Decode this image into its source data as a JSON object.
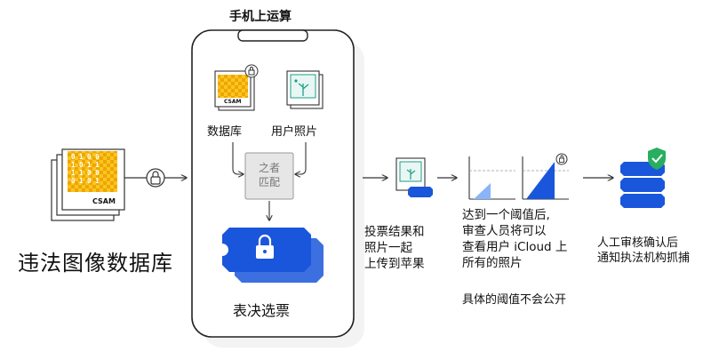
{
  "phone": {
    "title": "手机上运算",
    "db_label": "数据库",
    "user_photo_label": "用户照片",
    "match_lines": [
      "之者",
      "匹配"
    ],
    "vote_label": "表决选票"
  },
  "csam_db": {
    "title": "违法图像数据库",
    "badge": "CSAM",
    "bits": [
      "0 1 0 0",
      "1 0 1 1",
      "1 1 0 0",
      "0 1 0 1"
    ]
  },
  "phone_db_badge": "CSAM",
  "steps": {
    "upload_lines": [
      "投票结果和",
      "照片一起",
      "上传到苹果"
    ],
    "threshold_lines": [
      "达到一个阈值后,",
      "审查人员将可以",
      "查看用户 iCloud 上",
      "所有的照片"
    ],
    "threshold_note": "具体的阈值不会公开",
    "review_lines": [
      "人工审核确认后",
      "通知执法机构抓捕"
    ]
  },
  "colors": {
    "blue": "#1a56db",
    "yellow": "#f6b800",
    "green_badge": "#27ae60",
    "teal_photo": "#1f9e8a"
  }
}
